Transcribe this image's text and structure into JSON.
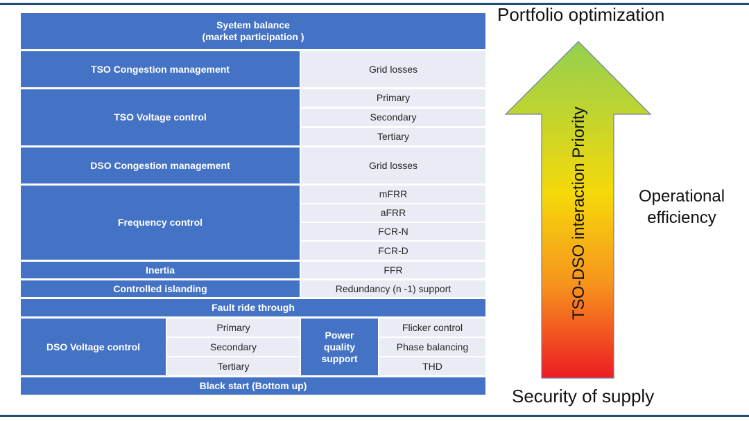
{
  "table": {
    "system_balance": "Syetem balance\n(market participation )",
    "tso_congestion": {
      "label": "TSO Congestion management",
      "items": [
        "Grid losses"
      ]
    },
    "tso_voltage": {
      "label": "TSO Voltage control",
      "items": [
        "Primary",
        "Secondary",
        "Tertiary"
      ]
    },
    "dso_congestion": {
      "label": "DSO Congestion management",
      "items": [
        "Grid losses"
      ]
    },
    "frequency": {
      "label": "Frequency control",
      "items": [
        "mFRR",
        "aFRR",
        "FCR-N",
        "FCR-D"
      ]
    },
    "inertia": {
      "label": "Inertia",
      "items": [
        "FFR"
      ]
    },
    "islanding": {
      "label": "Controlled islanding",
      "items": [
        "Redundancy (n -1) support"
      ]
    },
    "fault_ride_through": "Fault ride through",
    "dso_voltage": {
      "label": "DSO Voltage control",
      "items": [
        "Primary",
        "Secondary",
        "Tertiary"
      ]
    },
    "power_quality": {
      "label": "Power\nquality\nsupport",
      "items": [
        "Flicker control",
        "Phase balancing",
        "THD"
      ]
    },
    "black_start": "Black start (Bottom up)"
  },
  "arrow": {
    "text": "TSO-DSO interaction  Priority",
    "top_label": "Portfolio optimization",
    "middle_label": "Operational\nefficiency",
    "bottom_label": "Security of supply",
    "gradient": [
      "#92d050",
      "#f5d90a",
      "#f7941d",
      "#ed1c24"
    ]
  },
  "colors": {
    "primary_blue": "#4472c4",
    "light_cell": "#e9ecf4",
    "rule": "#1f4e79"
  }
}
